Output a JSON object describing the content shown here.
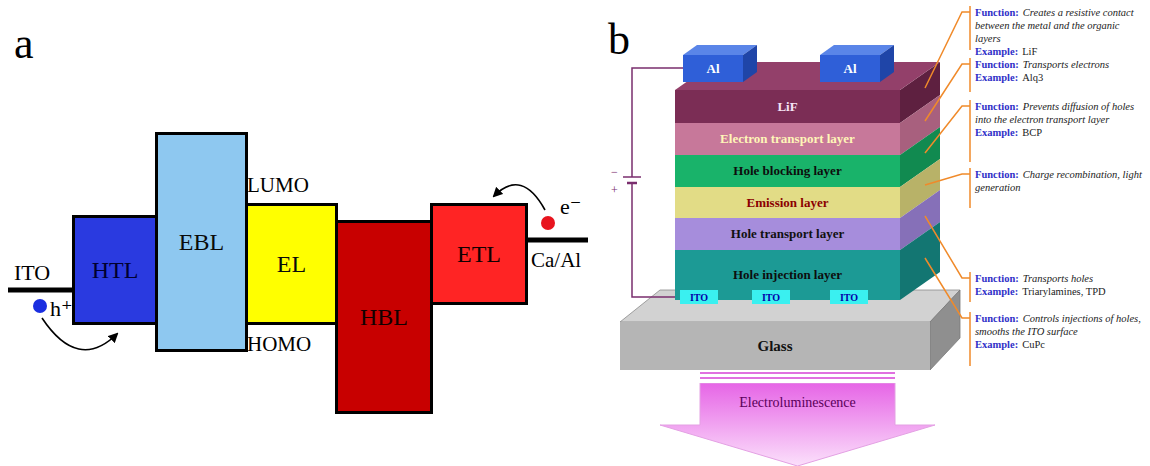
{
  "diagram": {
    "nodes": [
      {
        "text": [
          "HTL"
        ]
      },
      {
        "text": [
          "EBL"
        ]
      },
      {
        "text": [
          "EL"
        ]
      },
      {
        "text": [
          "HBL"
        ]
      },
      {
        "text": [
          "ETL"
        ]
      },
      {
        "text": [
          "Al"
        ]
      },
      {
        "text": [
          "Al"
        ]
      },
      {
        "text": [
          "LiF"
        ]
      },
      {
        "text": [
          "Electron transport layer"
        ]
      },
      {
        "text": [
          "Hole blocking layer"
        ]
      },
      {
        "text": [
          "Emission layer"
        ]
      },
      {
        "text": [
          "Hole transport layer"
        ]
      },
      {
        "text": [
          "Hole injection layer"
        ]
      },
      {
        "text": [
          "ITO"
        ]
      },
      {
        "text": [
          "ITO"
        ]
      },
      {
        "text": [
          "ITO"
        ]
      },
      {
        "text": [
          "Glass"
        ]
      },
      {
        "text": [
          "Electroluminescence"
        ]
      }
    ],
    "labels": [
      "a",
      "LUMO",
      "HOMO",
      "ITO",
      "h⁺",
      "e⁻",
      "Ca/Al",
      "b",
      "−",
      "+",
      "Function:",
      "Creates a resistive contact between the metal and the organic layers",
      "Example:",
      "LiF",
      "Function:",
      "Transports electrons",
      "Example:",
      "Alq3",
      "Function:",
      "Prevents diffusion of holes into the electron transport layer",
      "Example:",
      "BCP",
      "Function:",
      "Charge recombination, light generation",
      "Function:",
      "Transports holes",
      "Example:",
      "Triarylamines, TPD",
      "Function:",
      "Controls injections of holes, smooths the ITO surface",
      "Example:",
      "CuPc"
    ]
  }
}
